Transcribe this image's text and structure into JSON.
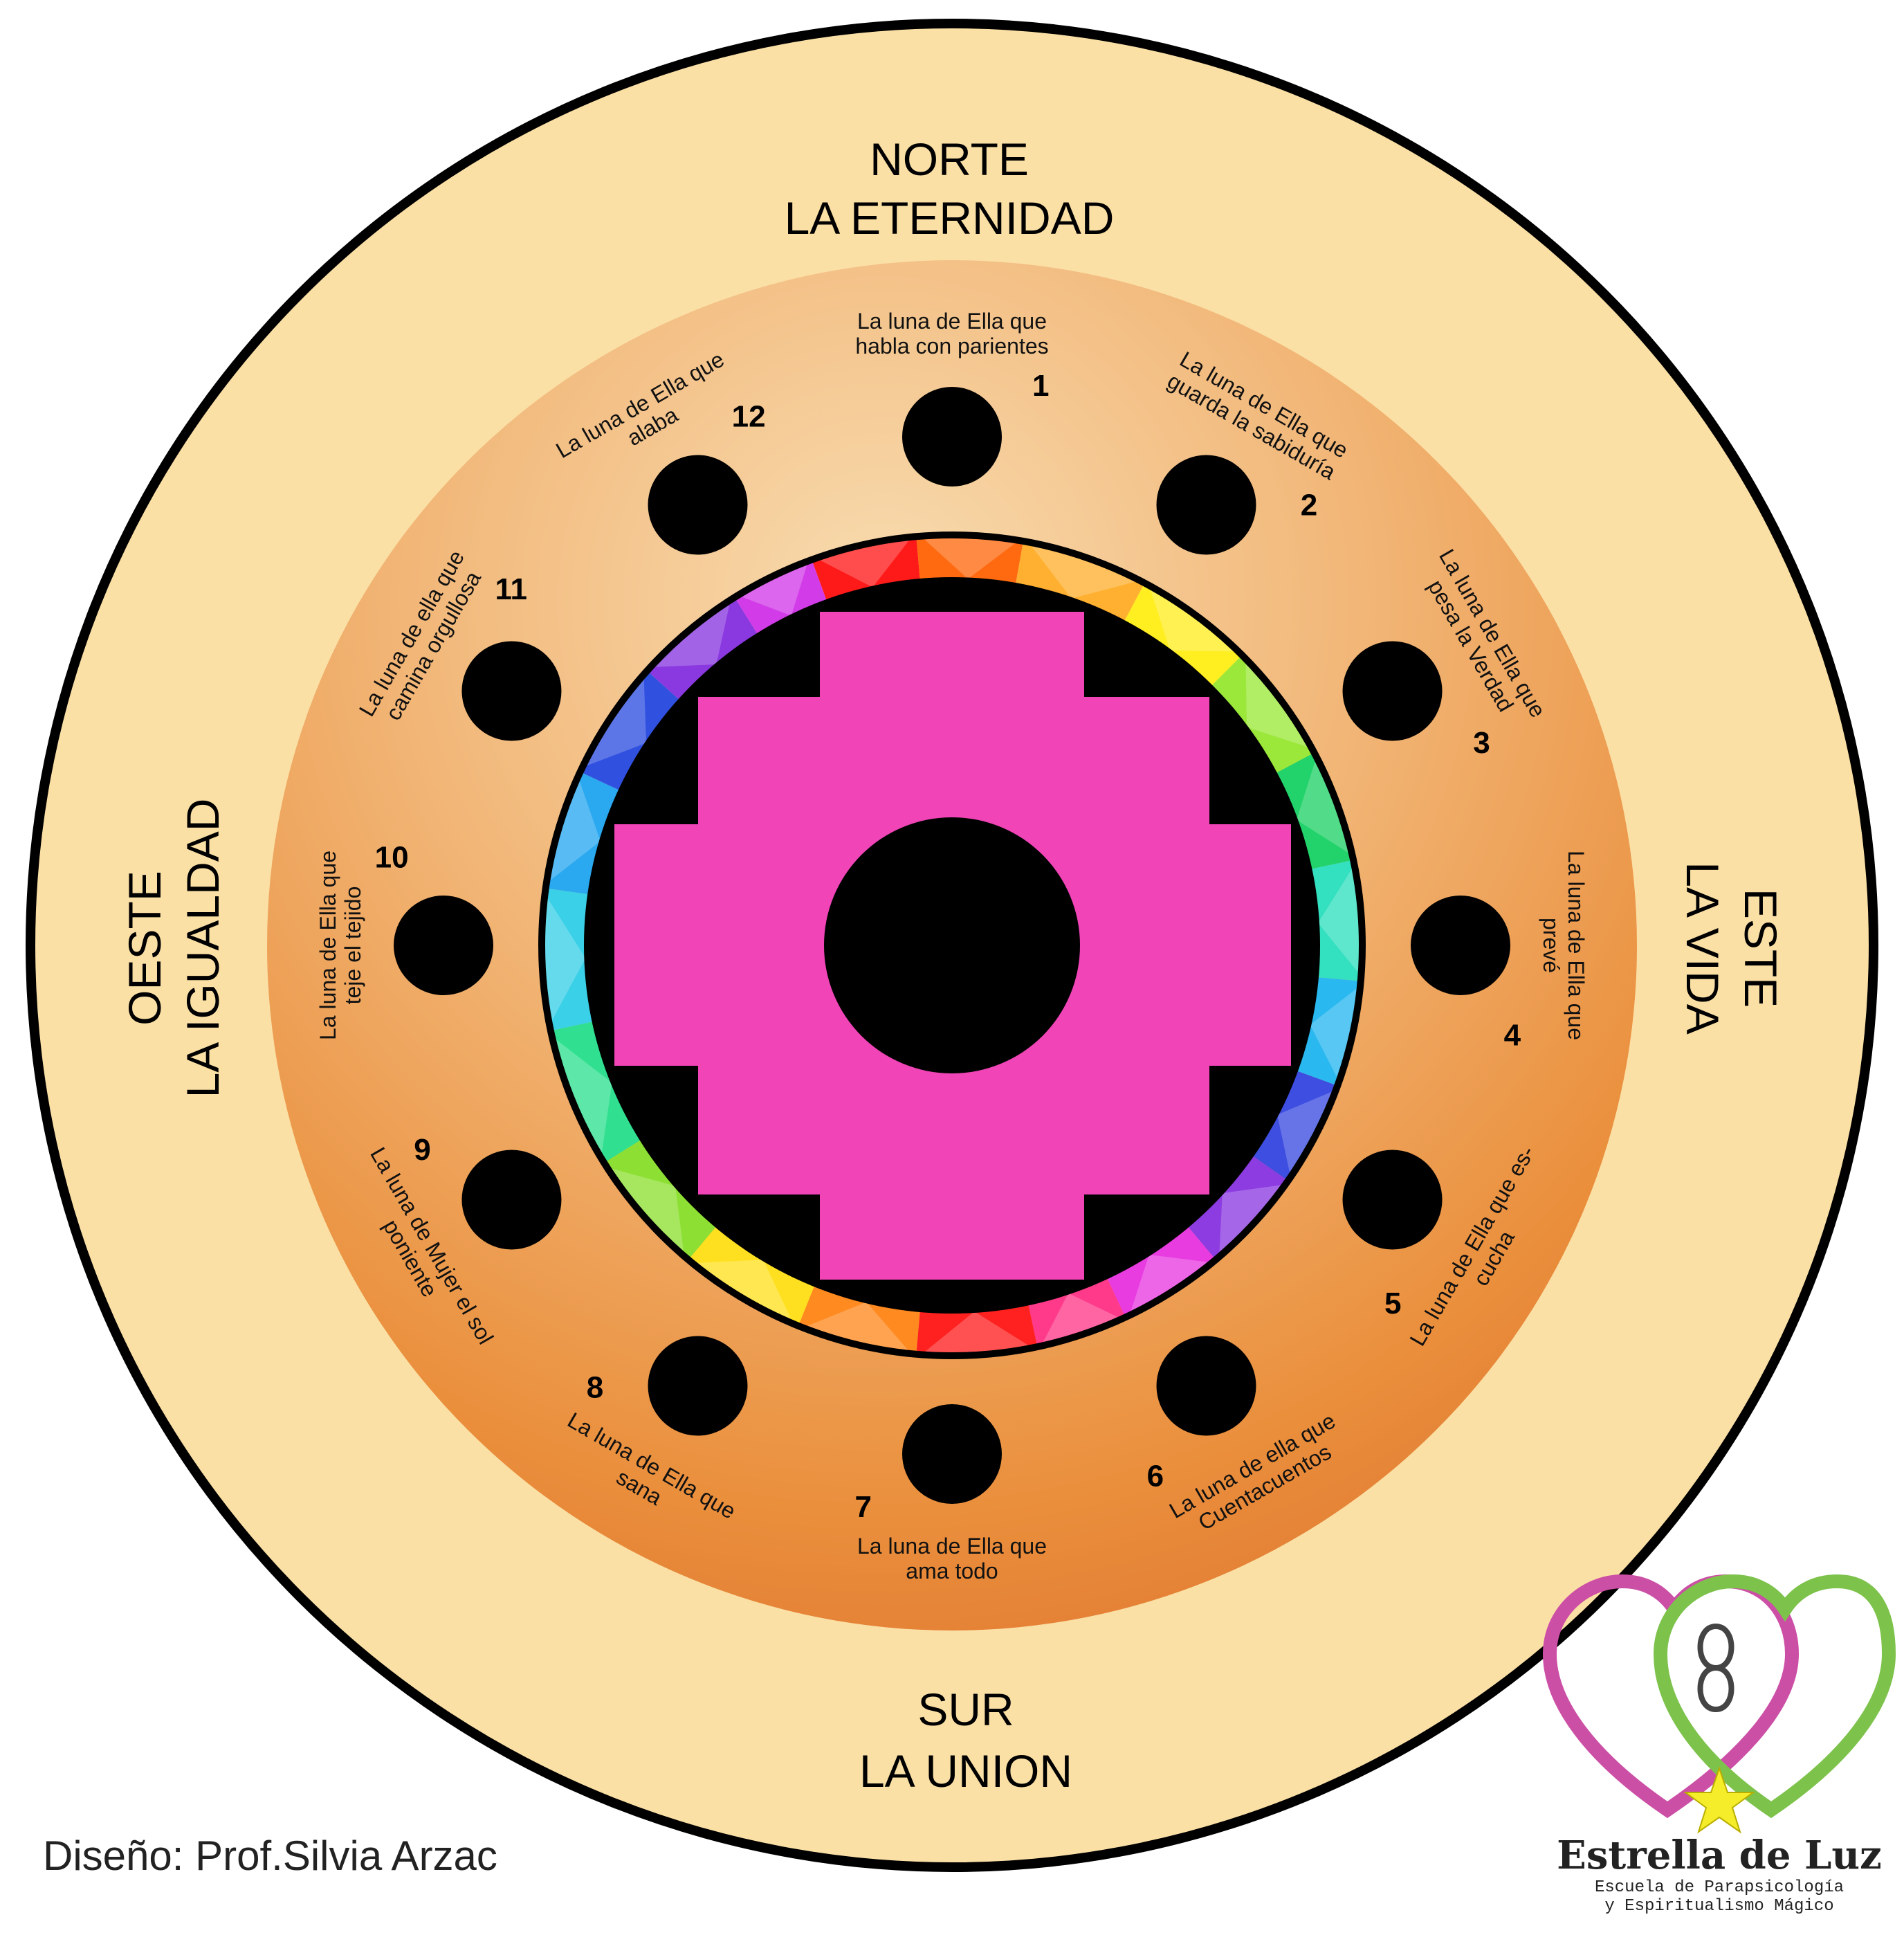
{
  "directions": {
    "north": {
      "line1": "NORTE",
      "line2": "LA ETERNIDAD"
    },
    "south": {
      "line1": "SUR",
      "line2": "LA UNION"
    },
    "east": {
      "line1": "ESTE",
      "line2": "LA VIDA"
    },
    "west": {
      "line1": "OESTE",
      "line2": "LA IGUALDAD"
    }
  },
  "moons": [
    {
      "number": "1",
      "lines": [
        "La luna de Ella que",
        "habla con parientes"
      ]
    },
    {
      "number": "2",
      "lines": [
        "La luna de Ella que",
        "guarda la sabiduría"
      ]
    },
    {
      "number": "3",
      "lines": [
        "La luna de Ella que",
        "pesa la Verdad"
      ]
    },
    {
      "number": "4",
      "lines": [
        "La luna de Ella que",
        "prevé"
      ]
    },
    {
      "number": "5",
      "lines": [
        "La luna de Ella que es-",
        "cucha"
      ]
    },
    {
      "number": "6",
      "lines": [
        "La luna de ella que",
        "Cuentacuentos"
      ]
    },
    {
      "number": "7",
      "lines": [
        "La luna de Ella que",
        "ama todo"
      ]
    },
    {
      "number": "8",
      "lines": [
        "La luna de Ella que",
        "sana"
      ]
    },
    {
      "number": "9",
      "lines": [
        "La luna de Mujer el sol",
        "poniente"
      ]
    },
    {
      "number": "10",
      "lines": [
        "La luna de Ella que",
        "teje el tejido"
      ]
    },
    {
      "number": "11",
      "lines": [
        "La luna de ella que",
        "camina orgullosa"
      ]
    },
    {
      "number": "12",
      "lines": [
        "La luna de Ella que",
        "alaba"
      ]
    }
  ],
  "credit": "Diseño: Prof.Silvia Arzac",
  "logo": {
    "name": "Estrella de Luz",
    "tagline1": "Escuela de Parapsicología",
    "tagline2": "y Espiritualismo Mágico"
  },
  "colors": {
    "outer_ring": "#fbe0a6",
    "chakana": "#f044b7",
    "black": "#000000",
    "heart_pink": "#cc4fa6",
    "heart_green": "#7dc24b",
    "star": "#f5ec2a"
  }
}
